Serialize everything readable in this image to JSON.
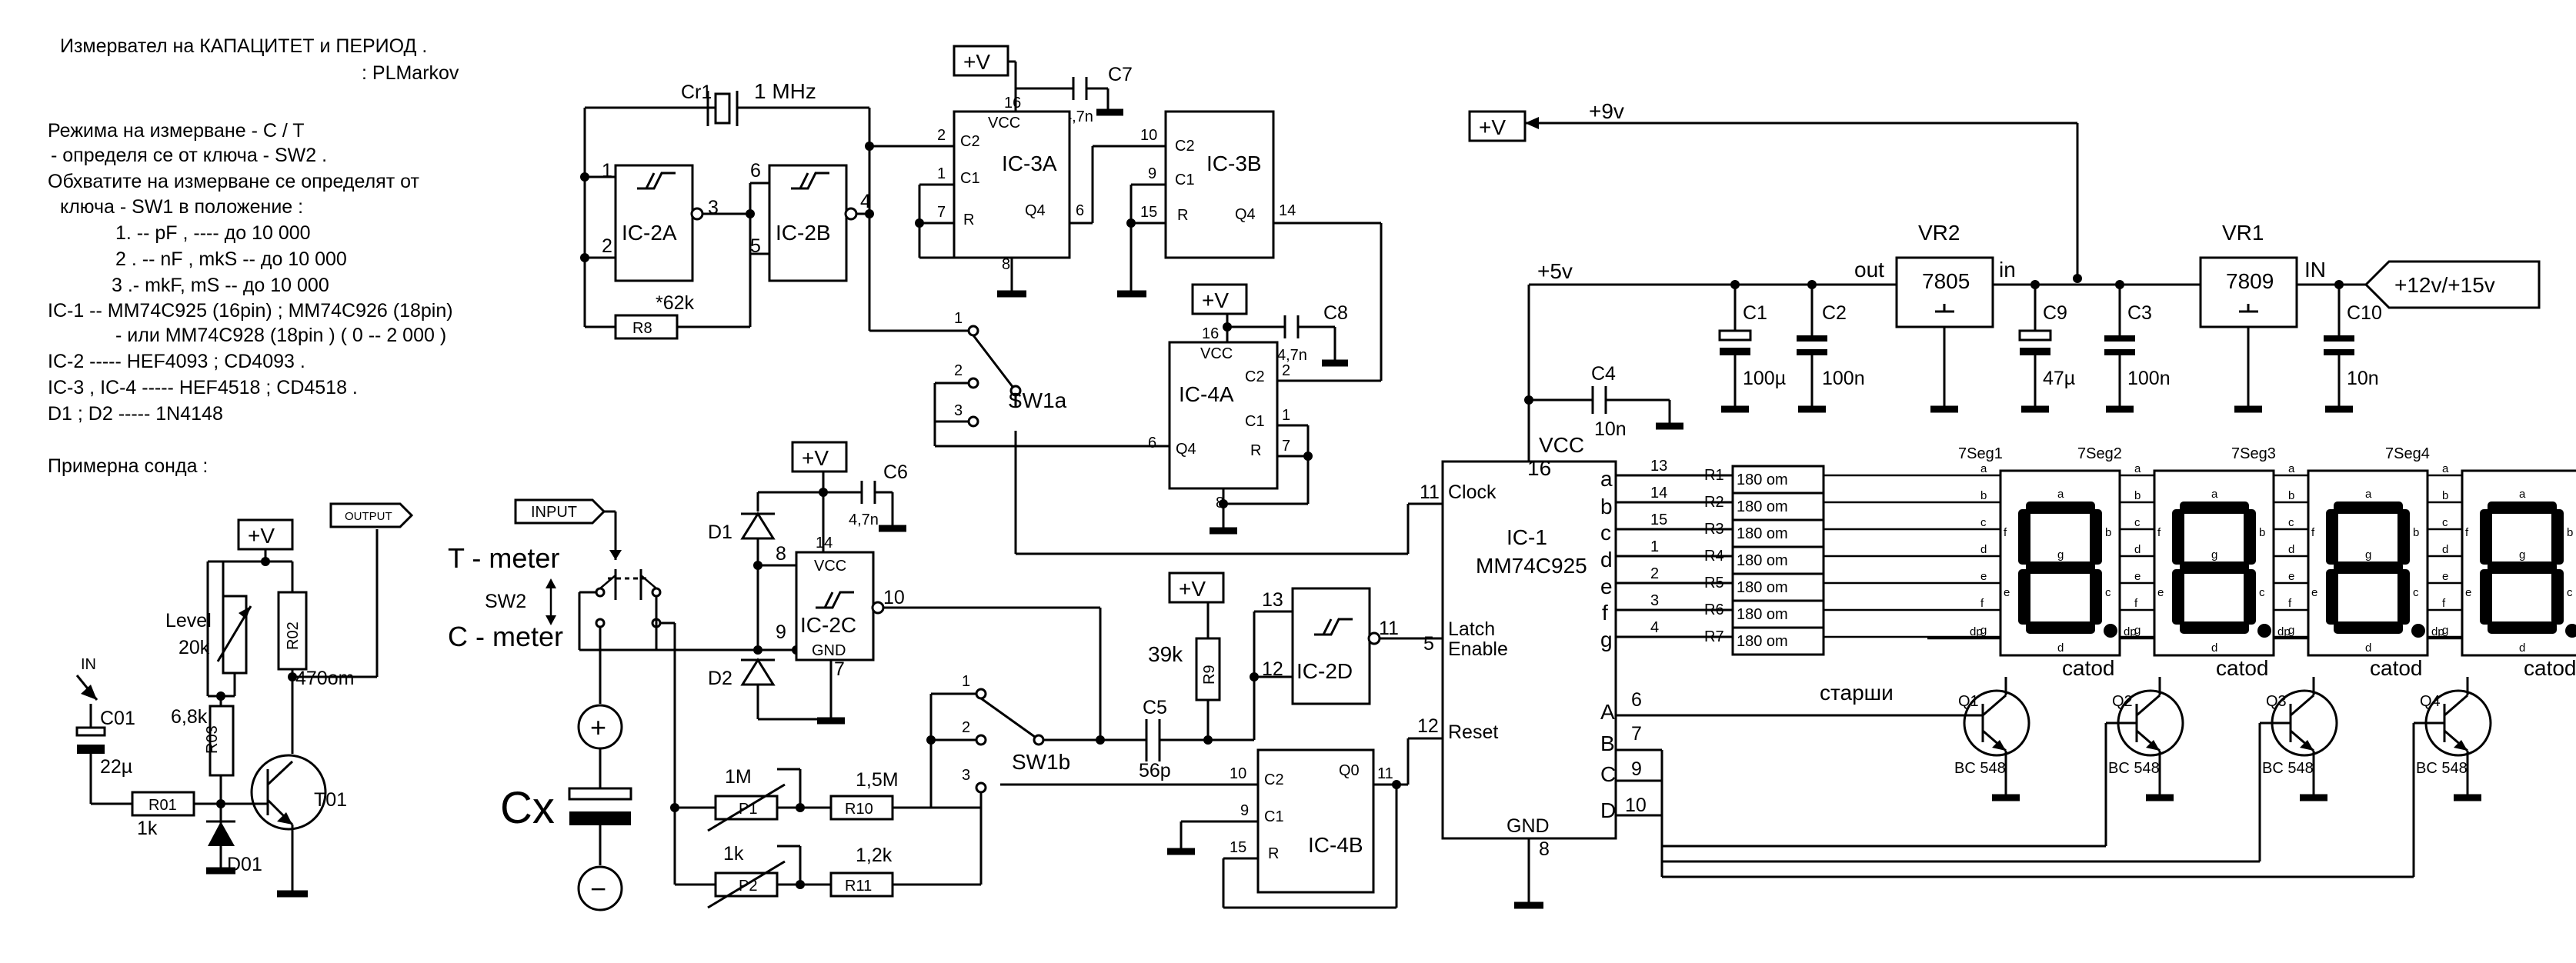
{
  "notes": {
    "title_line1": "Измервател на КАПАЦИТЕТ и ПЕРИОД .",
    "title_line2": ": PLMarkov",
    "mode_line1": "Режима на измерване - C / T",
    "mode_line2": "- определя се от ключа - SW2 .",
    "range_line1": "Обхватите на измерване се определят от",
    "range_line2": "ключа - SW1 в положение :",
    "ranges": [
      "1. -- pF ,   ----      до   10 000",
      "2 . -- nF ,  mkS  --  до   10 000",
      "3 .- mkF,   mS  --  до   10 000"
    ],
    "ic_list": [
      "IC-1 -- MM74C925  (16pin) ; MM74C926 (18pin)",
      "- или   MM74C928 (18pin ) ( 0 -- 2 000 )",
      "IC-2            -----  HEF4093  ;  CD4093 .",
      "IC-3 , IC-4  -----  HEF4518  ;  CD4518 .",
      "D1 ; D2     -----  1N4148"
    ],
    "probe_title": "Примерна  сонда :"
  },
  "power": {
    "vplus": "+V",
    "nine_v": "+9v",
    "five_v": "+5v",
    "input_supply": "+12v/+15v",
    "out": "out",
    "in": "in",
    "in_caps": "IN"
  },
  "regulators": {
    "vr2": {
      "name": "VR2",
      "part": "7805"
    },
    "vr1": {
      "name": "VR1",
      "part": "7809"
    }
  },
  "caps": {
    "c1": {
      "name": "C1",
      "value": "100µ"
    },
    "c2": {
      "name": "C2",
      "value": "100n"
    },
    "c3": {
      "name": "C3",
      "value": "100n"
    },
    "c4": {
      "name": "C4",
      "value": "10n"
    },
    "c5": {
      "name": "C5",
      "value": "56p"
    },
    "c6": {
      "name": "C6",
      "value": "4,7n"
    },
    "c7": {
      "name": "C7",
      "value": "4,7n"
    },
    "c8": {
      "name": "C8",
      "value": "4,7n"
    },
    "c9": {
      "name": "C9",
      "value": "47µ"
    },
    "c10": {
      "name": "C10",
      "value": "10n"
    },
    "c01": {
      "name": "C01",
      "value": "22µ"
    }
  },
  "resistors": {
    "r8": {
      "name": "R8",
      "value": "*62k"
    },
    "r9": {
      "name": "R9",
      "value": "39k"
    },
    "r10": {
      "name": "R10",
      "value": "1,5M"
    },
    "r11": {
      "name": "R11",
      "value": "1,2k"
    },
    "p1": {
      "name": "P1",
      "value": "1M"
    },
    "p2": {
      "name": "P2",
      "value": "1k"
    },
    "r01": {
      "name": "R01",
      "value": "1k"
    },
    "r02": {
      "name": "R02",
      "value": "470om"
    },
    "r03": {
      "name": "R03",
      "value": "6,8k"
    },
    "level": {
      "name": "Level",
      "value": "20k"
    },
    "seg_resistors": [
      {
        "name": "R1",
        "value": "180 om",
        "pin": "13",
        "seg": "a"
      },
      {
        "name": "R2",
        "value": "180 om",
        "pin": "14",
        "seg": "b"
      },
      {
        "name": "R3",
        "value": "180 om",
        "pin": "15",
        "seg": "c"
      },
      {
        "name": "R4",
        "value": "180 om",
        "pin": "1",
        "seg": "d"
      },
      {
        "name": "R5",
        "value": "180 om",
        "pin": "2",
        "seg": "e"
      },
      {
        "name": "R6",
        "value": "180 om",
        "pin": "3",
        "seg": "f"
      },
      {
        "name": "R7",
        "value": "180 om",
        "pin": "4",
        "seg": "g"
      }
    ]
  },
  "crystal": {
    "name": "Cr1",
    "value": "1 MHz"
  },
  "ic": {
    "ic1": {
      "name": "IC-1",
      "part": "MM74C925",
      "vcc": "VCC",
      "gnd": "GND",
      "clock": "Clock",
      "latch1": "Latch",
      "latch2": "Enable",
      "reset": "Reset",
      "pin16": "16",
      "pin8": "8",
      "pin11": "11",
      "pin5": "5",
      "pin12": "12",
      "pinA": "6",
      "pinB": "7",
      "pinC": "9",
      "pinD": "10",
      "A": "A",
      "B": "B",
      "C": "C",
      "D": "D"
    },
    "ic2a": {
      "name": "IC-2A"
    },
    "ic2b": {
      "name": "IC-2B"
    },
    "ic2c": {
      "name": "IC-2C"
    },
    "ic2d": {
      "name": "IC-2D"
    },
    "ic3a": {
      "name": "IC-3A"
    },
    "ic3b": {
      "name": "IC-3B"
    },
    "ic4a": {
      "name": "IC-4A"
    },
    "ic4b": {
      "name": "IC-4B"
    }
  },
  "switches": {
    "sw1a": "SW1a",
    "sw1b": "SW1b",
    "sw2": "SW2"
  },
  "diodes": {
    "d1": "D1",
    "d2": "D2",
    "d01": "D01"
  },
  "transistors": {
    "t01": "T01",
    "q1": "Q1",
    "q2": "Q2",
    "q3": "Q3",
    "q4": "Q4",
    "part": "BC 548"
  },
  "displays": {
    "names": [
      "7Seg1",
      "7Seg2",
      "7Seg3",
      "7Seg4"
    ],
    "catod": "catod",
    "dp": "dp",
    "segs": [
      "a",
      "b",
      "c",
      "d",
      "e",
      "f",
      "g"
    ]
  },
  "labels": {
    "t_meter": "T - meter",
    "c_meter": "C - meter",
    "cx": "Cx",
    "input": "INPUT",
    "output": "OUTPUT",
    "probe_in": "IN",
    "starshi": "старши",
    "plus": "+",
    "minus": "−",
    "vcc": "VCC",
    "gnd": "GND"
  }
}
